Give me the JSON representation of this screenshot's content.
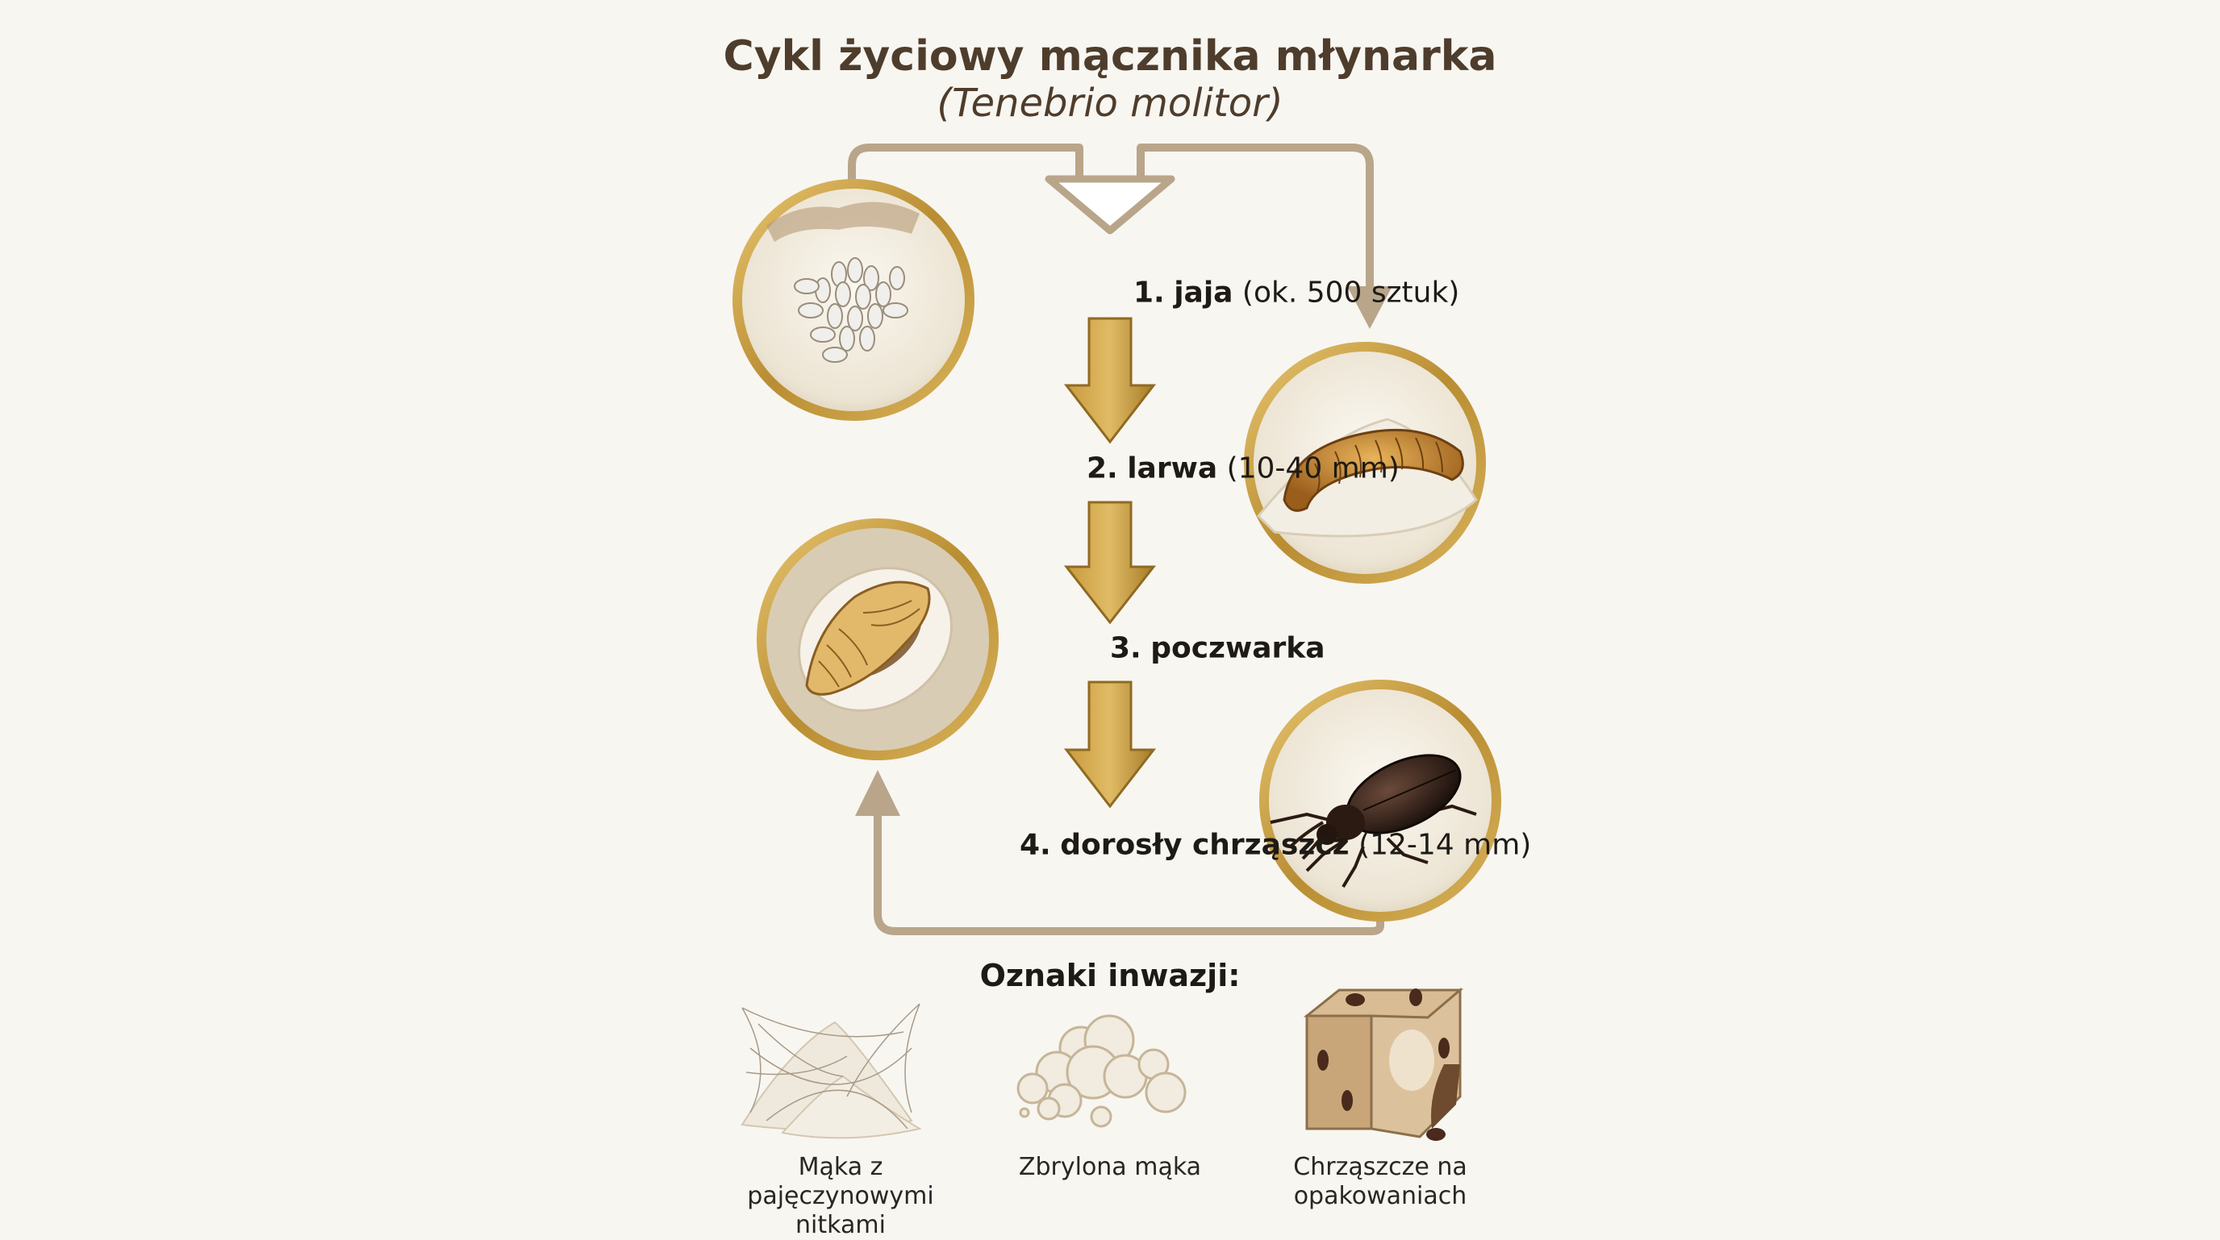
{
  "title": "Cykl życiowy mącznika młynarka",
  "subtitle": "(Tenebrio molitor)",
  "stages": [
    {
      "number": "1.",
      "name": "jaja",
      "detail": "(ok. 500 sztuk)",
      "icon": "eggs-in-flour-icon"
    },
    {
      "number": "2.",
      "name": "larwa",
      "detail": "(10-40 mm)",
      "icon": "larva-icon"
    },
    {
      "number": "3.",
      "name": "poczwarka",
      "detail": "",
      "icon": "pupa-icon"
    },
    {
      "number": "4.",
      "name": "dorosły chrząszcz",
      "detail": "(12-14 mm)",
      "icon": "beetle-icon"
    }
  ],
  "signs": {
    "heading": "Oznaki inwazji:",
    "items": [
      {
        "label": "Mąka z pajęczynowymi nitkami",
        "icon": "webbed-flour-icon"
      },
      {
        "label": "Zbrylona mąka",
        "icon": "clumped-flour-icon"
      },
      {
        "label": "Chrząszcze na opakowaniach",
        "icon": "infested-box-icon"
      }
    ]
  },
  "colors": {
    "gold": "#c9a04a",
    "arrow_gold": "#b8912f",
    "connector": "#b9a58a",
    "title": "#4e3d2c",
    "background": "#f8f6f1"
  }
}
